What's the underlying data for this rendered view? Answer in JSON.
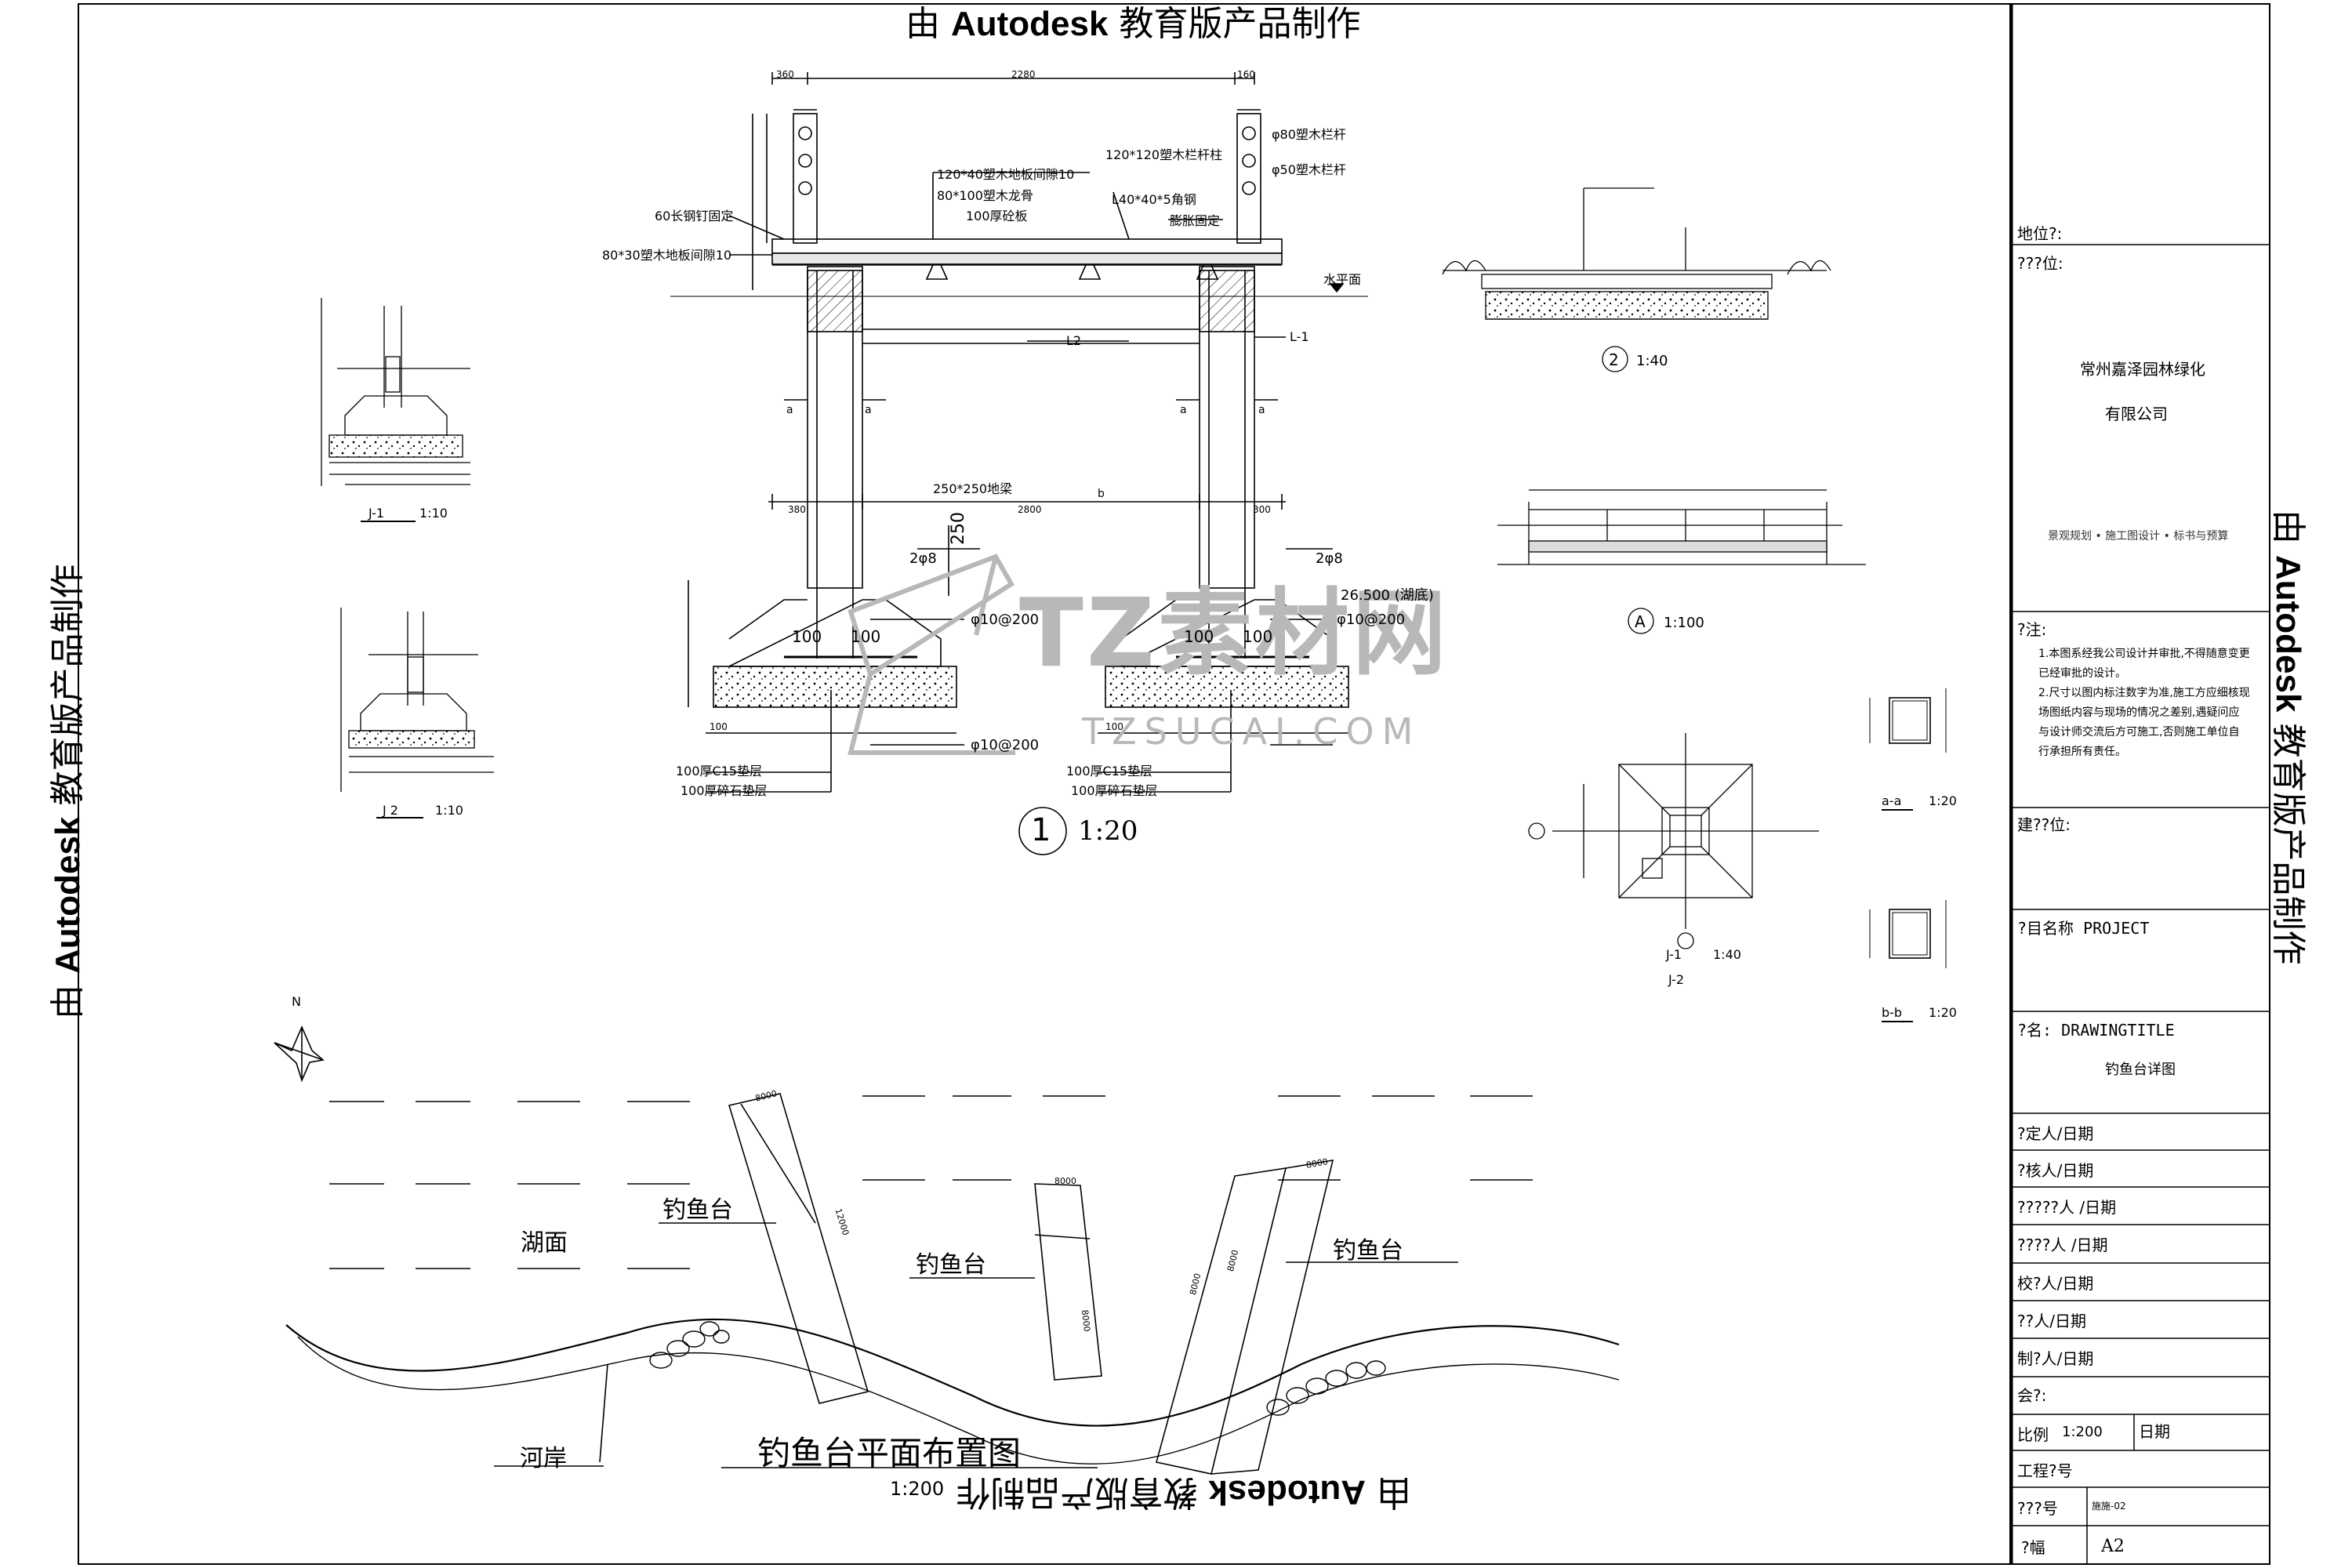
{
  "watermark": {
    "prefix": "由",
    "brand": "Autodesk",
    "suffix": "教育版产品制作"
  },
  "stamp": {
    "brand": "TZ素材网",
    "domain": "TZSUCAI.COM"
  },
  "section_main": {
    "dims_top": [
      "360",
      "2280",
      "160"
    ],
    "labels": {
      "pole_80": "φ80塑木栏杆",
      "pole_50": "φ50塑木栏杆",
      "rail_post": "120*120塑木栏杆柱",
      "deck_board": "120*40塑木地板间隙10",
      "joist": "80*100塑木龙骨",
      "slab": "100厚砼板",
      "angle_steel": "L40*40*5角钢",
      "fixing_a": "60长钢钉固定",
      "deck_gap": "80*30塑木地板间隙10",
      "bolt": "膨胀固定",
      "water_level": "水平面",
      "beam_l2": "L2",
      "beam_l1": "L-1",
      "col_beam": "250*250地梁",
      "a_mark": "a",
      "b_mark": "b",
      "dim_250": "250",
      "dim_2800": "2800",
      "dim_300": "300",
      "dim_380": "380",
      "rebar_left": "2φ8",
      "rebar_right": "2φ8",
      "elev": "26.500 (湖底)",
      "stirrup_a": "φ10@200",
      "stirrup_b": "φ10@200",
      "stirrup_c": "φ10@200",
      "bar_100_a": "100",
      "bar_100_b": "100",
      "bar_100_c": "100",
      "bar_100_d": "100",
      "c15_left": "100厚C15垫层",
      "stone_left": "100厚碎石垫层",
      "c15_right": "100厚C15垫层",
      "stone_right": "100厚碎石垫层",
      "dim_100a": "100",
      "dim_100b": "100"
    },
    "title_num": "1",
    "scale": "1:20"
  },
  "detail_j1": {
    "title": "J-1",
    "scale": "1:10"
  },
  "detail_j2": {
    "title": "J 2",
    "scale": "1:10"
  },
  "detail_2": {
    "num": "2",
    "scale": "1:40"
  },
  "detail_a": {
    "num": "A",
    "scale": "1:100"
  },
  "detail_plan": {
    "title": "J-1",
    "scale": "1:40",
    "sub": "J-2"
  },
  "detail_aa": {
    "title": "a-a",
    "scale": "1:20"
  },
  "detail_bb": {
    "title": "b-b",
    "scale": "1:20"
  },
  "site_plan": {
    "north": "N",
    "lake": "湖面",
    "bank": "河岸",
    "platform_labels": [
      "钓鱼台",
      "钓鱼台",
      "钓鱼台"
    ],
    "title": "钓鱼台平面布置图",
    "scale": "1:200",
    "dims": [
      "8000",
      "12000",
      "8000",
      "8000",
      "8000",
      "8000",
      "8000"
    ]
  },
  "title_block": {
    "site_label": "地位?:",
    "unit_label": "???位:",
    "company_line1": "常州嘉泽园林绿化",
    "company_line2": "有限公司",
    "services": "景观规划 • 施工图设计 • 标书与预算",
    "notes_label": "?注:",
    "notes": [
      "1.本图系经我公司设计并审批,不得随意变更已经审批的设计。",
      "2.尺寸以图内标注数字为准,施工方应细核现场图纸内容与现场的情况之差别,遇疑问应与设计师交流后方可施工,否则施工单位自行承担所有责任。"
    ],
    "client_label": "建??位:",
    "project_label": "?目名称 PROJECT",
    "drawing_label": "?名: DRAWINGTITLE",
    "drawing_name": "钓鱼台详图",
    "rows": [
      "?定人/日期",
      "?核人/日期",
      "?????人 /日期",
      "????人 /日期",
      "校?人/日期",
      "??人/日期",
      "制?人/日期",
      "会?:"
    ],
    "scale_label": "比例",
    "scale_value": "1:200",
    "date_label": "日期",
    "project_no_label": "工程?号",
    "drawing_no_label": "???号",
    "drawing_no": "施施-02",
    "size_label": "?幅",
    "size_value": "A2"
  }
}
